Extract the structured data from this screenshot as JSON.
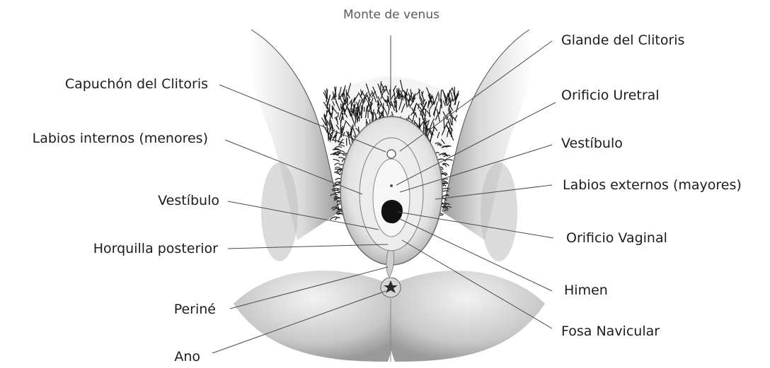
{
  "labels": {
    "top": "Monte de venus",
    "left": [
      "Capuchón del Clitoris",
      "Labios internos (menores)",
      "Vestíbulo",
      "Horquilla posterior",
      "Periné",
      "Ano"
    ],
    "right": [
      "Glande del Clitoris",
      "Orificio Uretral",
      "Vestíbulo",
      "Labios externos (mayores)",
      "Orificio Vaginal",
      "Himen",
      "Fosa Navicular"
    ]
  }
}
